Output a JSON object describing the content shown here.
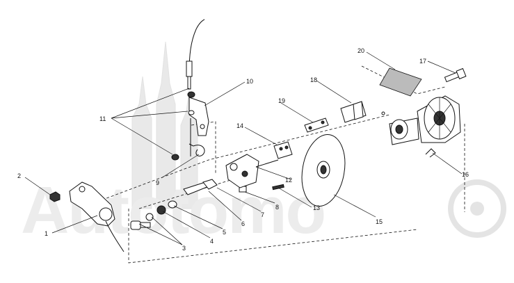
{
  "diagram": {
    "watermark": "Autotomo",
    "callouts": [
      "1",
      "2",
      "3",
      "4",
      "5",
      "6",
      "7",
      "8",
      "9",
      "10",
      "11",
      "12",
      "13",
      "14",
      "15",
      "16",
      "17",
      "18",
      "19",
      "20"
    ]
  }
}
